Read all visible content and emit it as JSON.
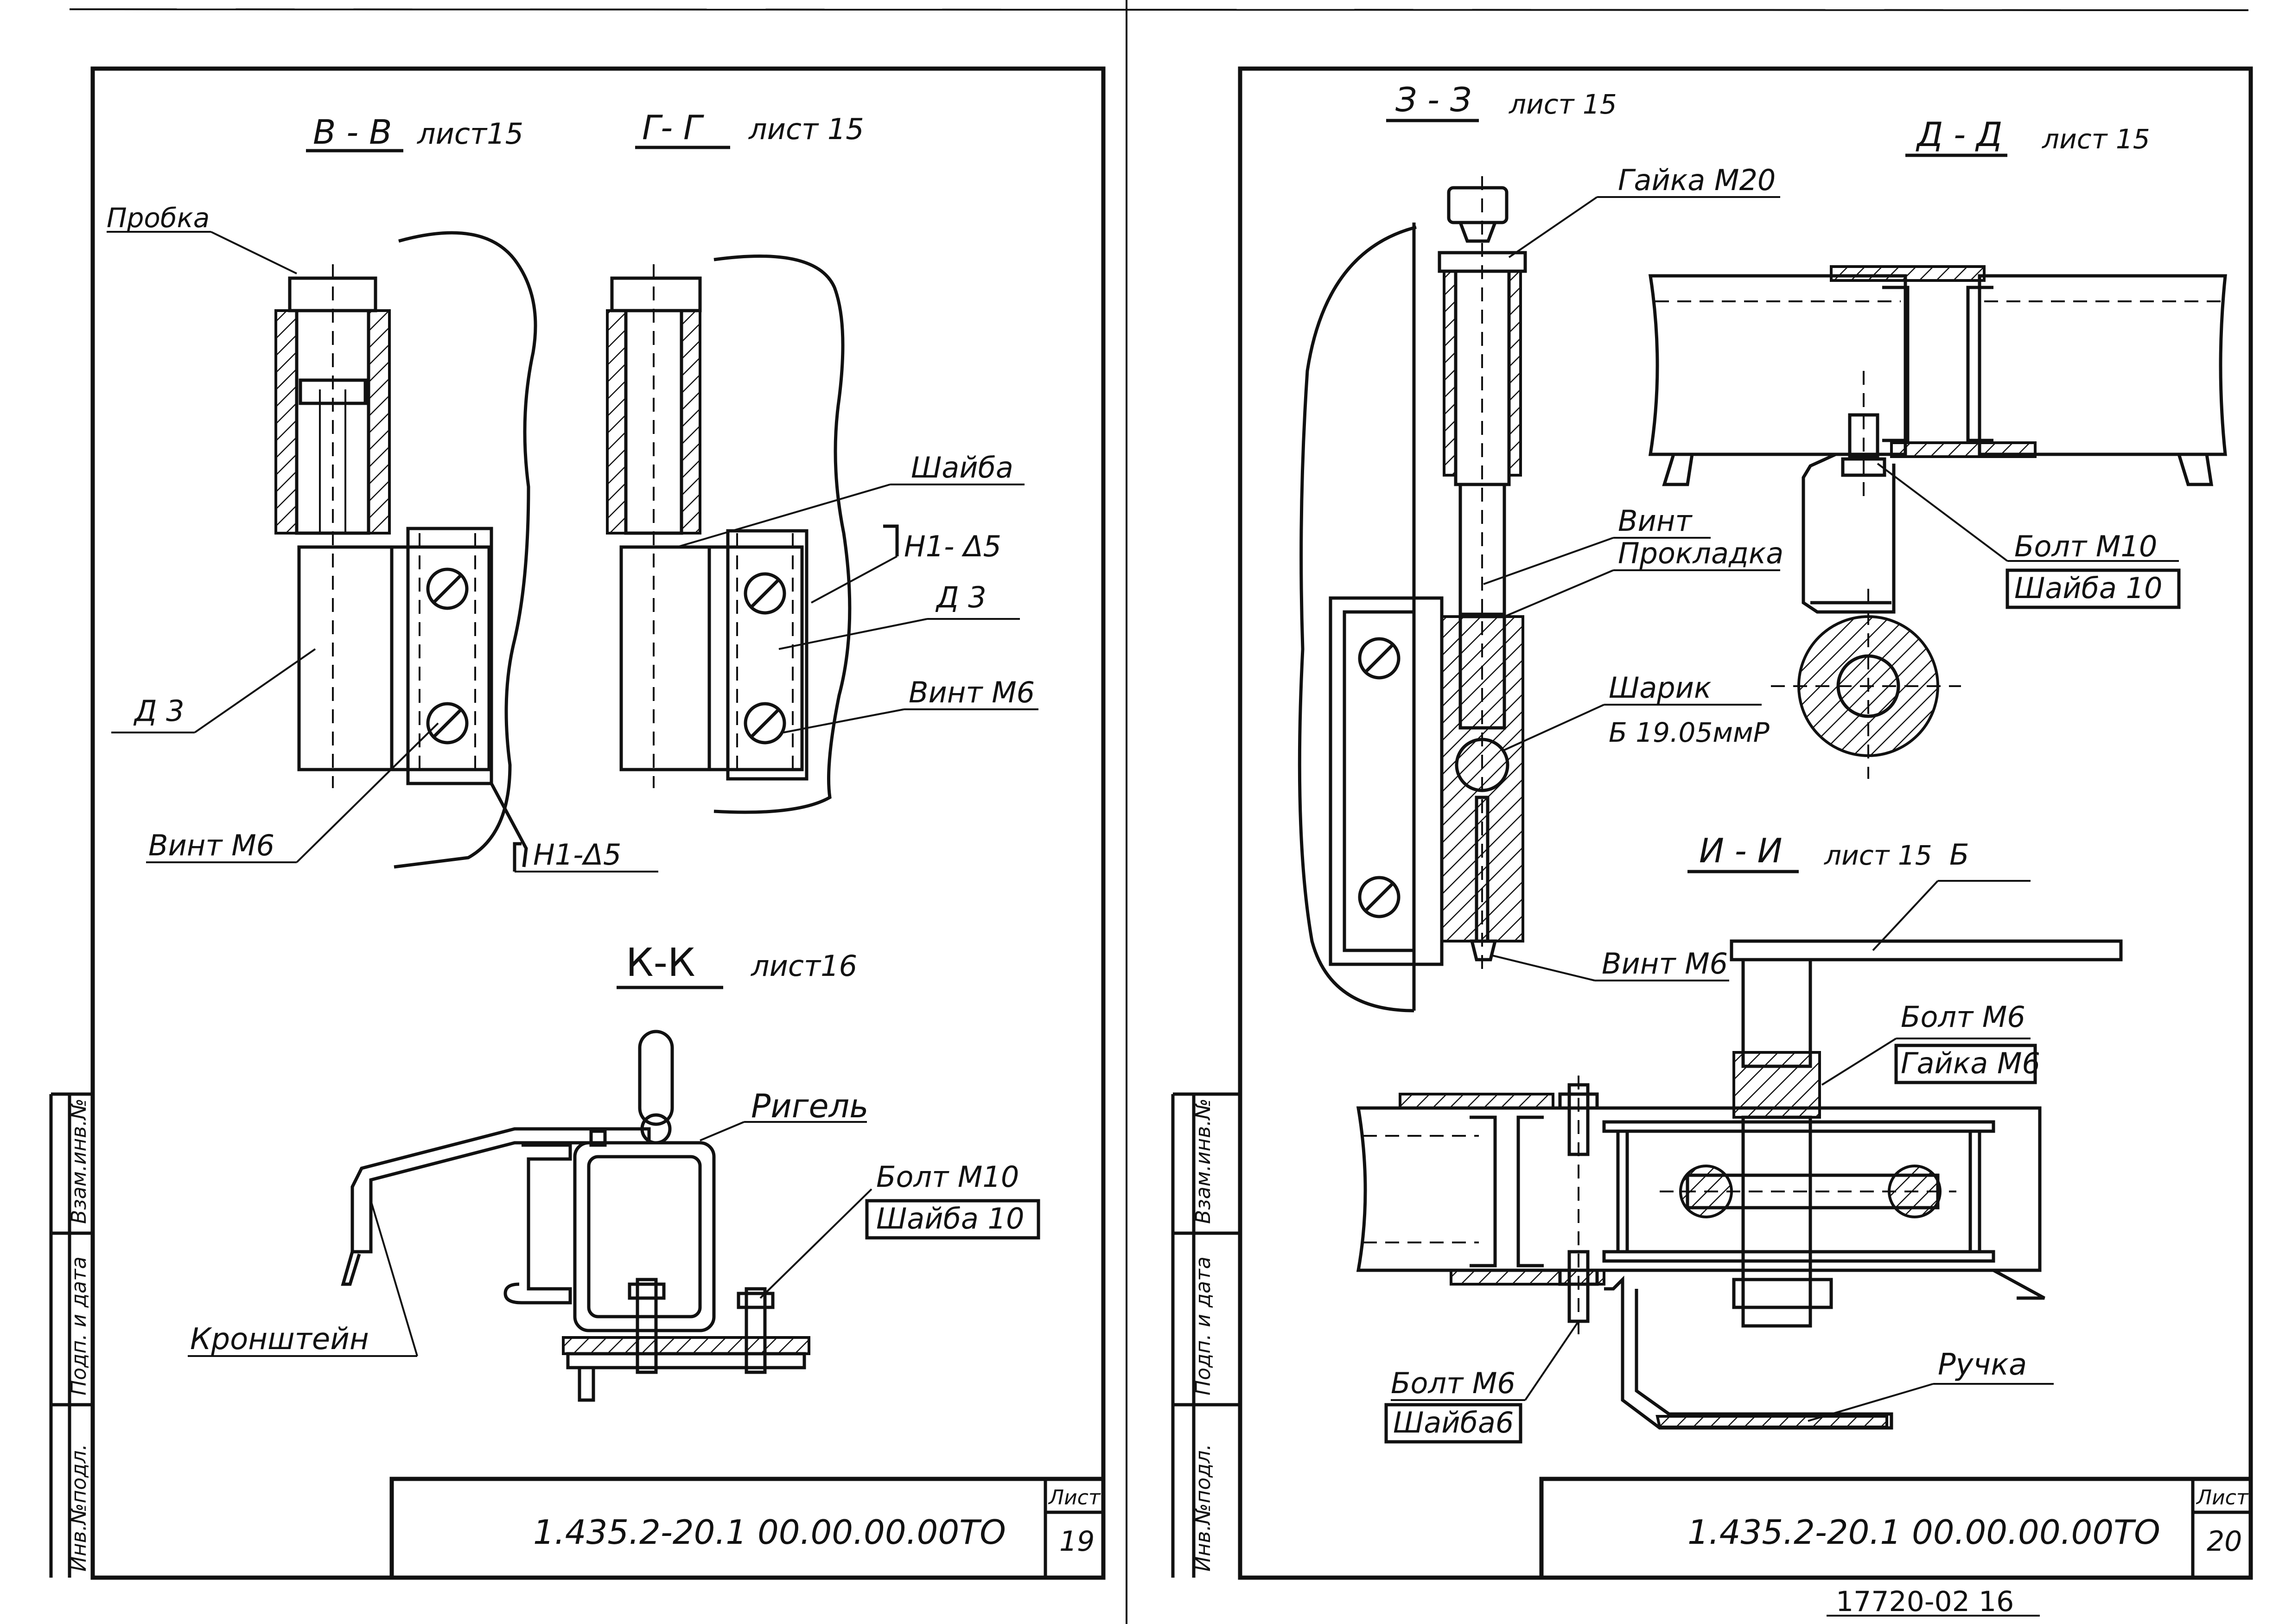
{
  "sheet_left": {
    "sections": {
      "vv": {
        "title": "В - В",
        "ref": "лист15"
      },
      "gg": {
        "title": "Г- Г",
        "ref": "лист 15"
      },
      "kk": {
        "title": "К-К",
        "ref": "лист16"
      }
    },
    "labels": {
      "probka": "Пробка",
      "shaiba": "Шайба",
      "h1_d5_top": "H1- Δ5",
      "d3_right": "Д 3",
      "vint_m6_right": "Винт М6",
      "d3_left": "Д 3",
      "vint_m6_left": "Винт М6",
      "h1_d5_bottom": "H1-Δ5",
      "rigel": "Ригель",
      "bolt_m10": "Болт М10",
      "shaiba_10": "Шайба 10",
      "kronshtein": "Кронштейн"
    },
    "title_block": {
      "code": "1.435.2-20.1   00.00.00.00ТО",
      "list_label": "Лист",
      "list_number": "19"
    },
    "side_stamp": [
      "Инв.№подл.",
      "Подп. и дата",
      "Взам.инв.№"
    ]
  },
  "sheet_right": {
    "sections": {
      "zz": {
        "title": "З - З",
        "ref": "лист 15"
      },
      "dd": {
        "title": "Д - Д",
        "ref": "лист 15"
      },
      "ii": {
        "title": "И - И",
        "ref": "лист 15"
      },
      "b": "Б"
    },
    "labels": {
      "gaika_m20": "Гайка М20",
      "vint": "Винт",
      "prokladka": "Прокладка",
      "sharik": "Шарик",
      "sharik_size": "Б 19.05ммР",
      "vint_m6": "Винт М6",
      "bolt_m10": "Болт М10",
      "shaiba_10": "Шайба 10",
      "bolt_m6_top": "Болт М6",
      "gaika_m6": "Гайка М6",
      "bolt_m6_bottom": "Болт М6",
      "shaiba_6": "Шайба6",
      "ruchka": "Ручка"
    },
    "title_block": {
      "code": "1.435.2-20.1   00.00.00.00ТО",
      "list_label": "Лист",
      "list_number": "20"
    },
    "side_stamp": [
      "Инв.№подл.",
      "Подп. и дата",
      "Взам.инв.№"
    ]
  },
  "archive_number": "17720-02 16"
}
